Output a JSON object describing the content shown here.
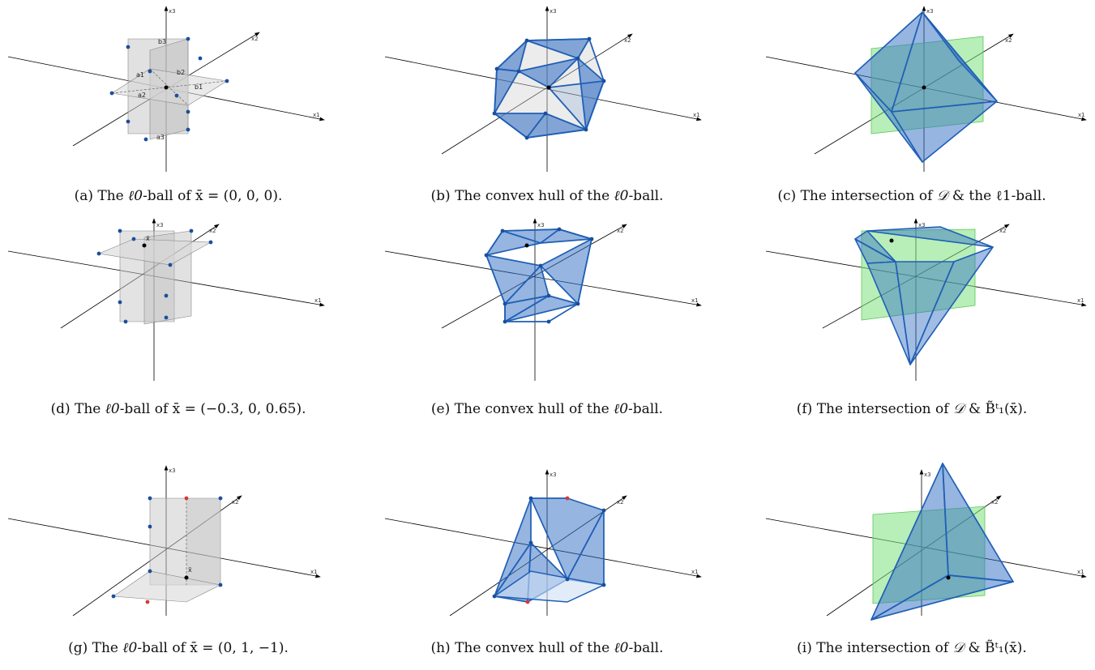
{
  "figure": {
    "panels": [
      {
        "id": "a",
        "caption_prefix": "(a) The ",
        "caption_math": "ℓ0",
        "caption_rest": "-ball of x̄ = (0, 0, 0).",
        "axis_labels": [
          "x1",
          "x2",
          "x3"
        ],
        "vertex_labels": [
          "b3",
          "a1",
          "b2",
          "b1",
          "a2",
          "a3"
        ]
      },
      {
        "id": "b",
        "caption_prefix": "(b) The convex hull of the ",
        "caption_math": "ℓ0",
        "caption_rest": "-ball.",
        "axis_labels": [
          "x1",
          "x2",
          "x3"
        ]
      },
      {
        "id": "c",
        "caption_prefix": "(c) The intersection of ",
        "caption_math": "𝒟",
        "caption_rest": " & the ℓ1-ball.",
        "axis_labels": [
          "x1",
          "x2",
          "x3"
        ]
      },
      {
        "id": "d",
        "caption_prefix": "(d) The ",
        "caption_math": "ℓ0",
        "caption_rest": "-ball of x̄ = (−0.3, 0, 0.65).",
        "axis_labels": [
          "x1",
          "x2",
          "x3"
        ],
        "point_label": "x̄"
      },
      {
        "id": "e",
        "caption_prefix": "(e) The convex hull of the ",
        "caption_math": "ℓ0",
        "caption_rest": "-ball.",
        "axis_labels": [
          "x1",
          "x2",
          "x3"
        ]
      },
      {
        "id": "f",
        "caption_prefix": "(f) The intersection of ",
        "caption_math": "𝒟",
        "caption_rest": " & B̃ᵗ₁(x̄).",
        "axis_labels": [
          "x1",
          "x2",
          "x3"
        ]
      },
      {
        "id": "g",
        "caption_prefix": "(g) The ",
        "caption_math": "ℓ0",
        "caption_rest": "-ball of x̄ = (0, 1, −1).",
        "axis_labels": [
          "x1",
          "x2",
          "x3"
        ],
        "point_label": "x̄"
      },
      {
        "id": "h",
        "caption_prefix": "(h) The convex hull of the ",
        "caption_math": "ℓ0",
        "caption_rest": "-ball.",
        "axis_labels": [
          "x1",
          "x2",
          "x3"
        ]
      },
      {
        "id": "i",
        "caption_prefix": "(i) The intersection of ",
        "caption_math": "𝒟",
        "caption_rest": " & B̃ᵗ₁(x̄).",
        "axis_labels": [
          "x1",
          "x2",
          "x3"
        ]
      }
    ],
    "colors": {
      "blue_fill": "#2e6cc4",
      "blue_edge": "#1f5fb5",
      "green_fill": "#7ee07e",
      "gray_plane": "#c8c8c8",
      "vertex": "#1a4f9c",
      "red_vertex": "#d13a3a"
    }
  }
}
